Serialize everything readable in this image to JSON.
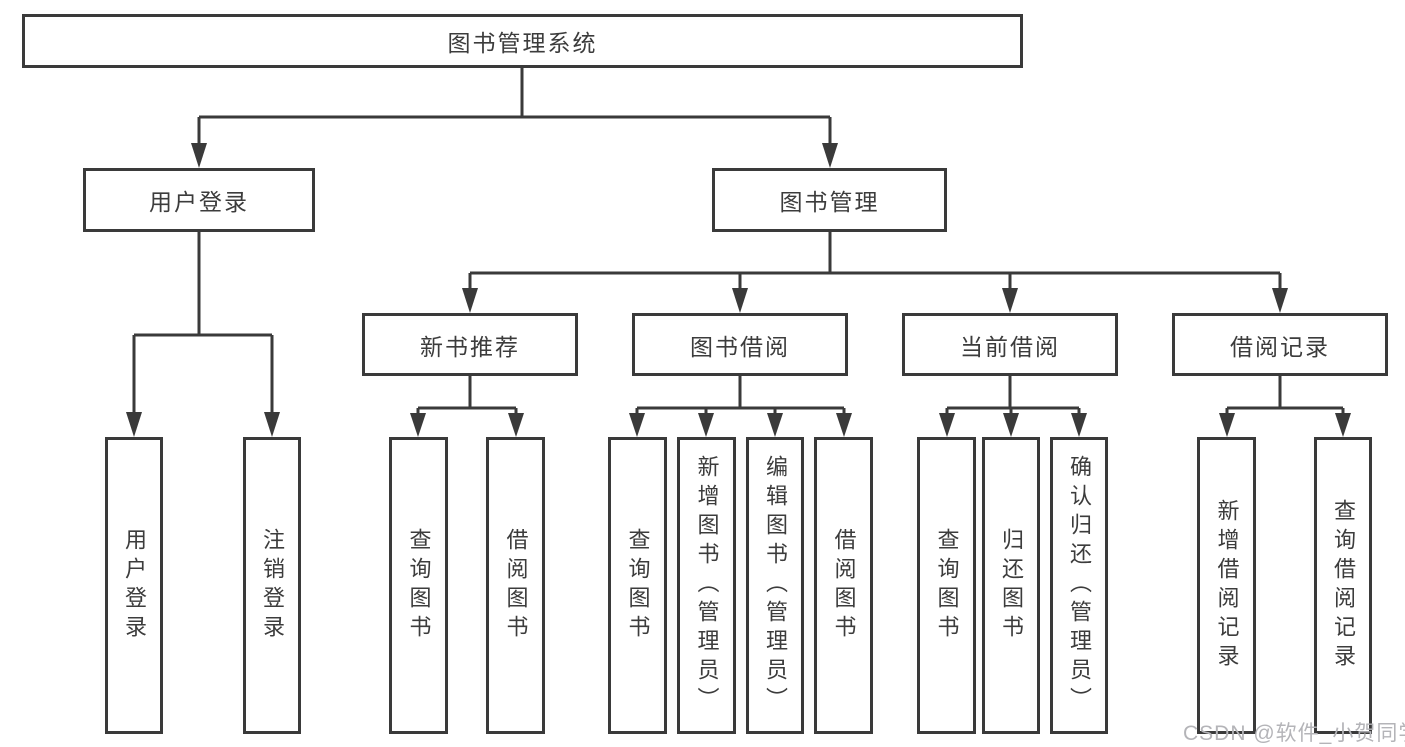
{
  "colors": {
    "line": "#3a3a3a",
    "border": "#3a3a3a",
    "text": "#3c3c3c",
    "background": "#ffffff",
    "watermark": "#b4b4b8"
  },
  "watermark": "CSDN @软件_小贺同学",
  "nodes": {
    "root": "图书管理系统",
    "user_login": "用户登录",
    "book_management": "图书管理",
    "new_book_recommend": "新书推荐",
    "book_borrowing": "图书借阅",
    "current_borrowing": "当前借阅",
    "borrowing_records": "借阅记录",
    "leaf_user_login": "用户登录",
    "leaf_logout": "注销登录",
    "leaf_query_books_recommend": "查询图书",
    "leaf_borrow_books_recommend": "借阅图书",
    "leaf_query_books_borrowing": "查询图书",
    "leaf_add_book_admin": "新增图书（管理员）",
    "leaf_edit_book_admin": "编辑图书（管理员）",
    "leaf_borrow_books_borrowing": "借阅图书",
    "leaf_query_books_current": "查询图书",
    "leaf_return_book": "归还图书",
    "leaf_confirm_return_admin": "确认归还（管理员）",
    "leaf_add_borrow_record": "新增借阅记录",
    "leaf_query_borrow_record": "查询借阅记录"
  }
}
